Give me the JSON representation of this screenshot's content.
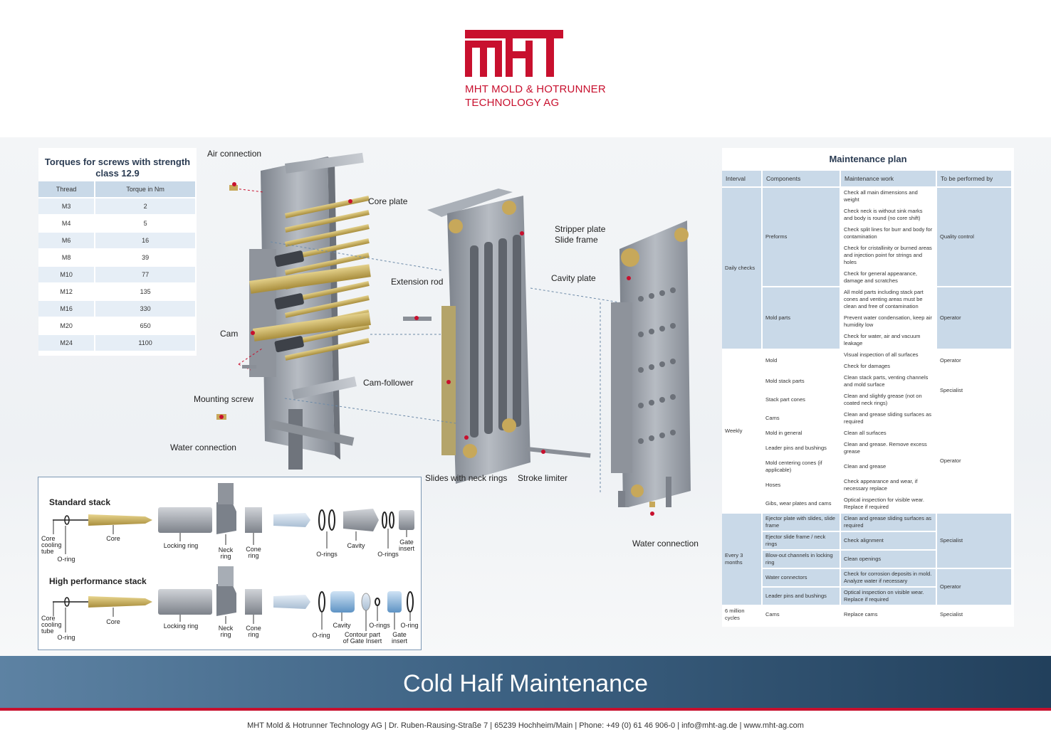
{
  "brand": {
    "logo_text": "mhT",
    "company_line1": "MHT MOLD & HOTRUNNER",
    "company_line2": "TECHNOLOGY AG",
    "brand_color": "#c8102e"
  },
  "torque_table": {
    "title": "Torques for screws with strength class 12.9",
    "headers": [
      "Thread",
      "Torque in Nm"
    ],
    "rows": [
      [
        "M3",
        "2"
      ],
      [
        "M4",
        "5"
      ],
      [
        "M6",
        "16"
      ],
      [
        "M8",
        "39"
      ],
      [
        "M10",
        "77"
      ],
      [
        "M12",
        "135"
      ],
      [
        "M16",
        "330"
      ],
      [
        "M20",
        "650"
      ],
      [
        "M24",
        "1100"
      ]
    ]
  },
  "callouts": {
    "air_connection": "Air connection",
    "core_plate": "Core plate",
    "stripper_plate": "Stripper plate",
    "slide_frame": "Slide frame",
    "cavity_plate": "Cavity plate",
    "extension_rod": "Extension rod",
    "cam": "Cam",
    "cam_follower": "Cam-follower",
    "mounting_screw": "Mounting screw",
    "water_connection_left": "Water connection",
    "slides_neck_rings": "Slides with neck rings",
    "stroke_limiter": "Stroke limiter",
    "water_connection_right": "Water connection"
  },
  "stacks": {
    "standard": {
      "title": "Standard stack",
      "labels": {
        "core_cooling_tube": "Core cooling tube",
        "o_ring": "O-ring",
        "core": "Core",
        "locking_ring": "Locking ring",
        "neck_ring": "Neck ring",
        "cone_ring": "Cone ring",
        "o_rings_a": "O-rings",
        "cavity": "Cavity",
        "o_rings_b": "O-rings",
        "gate_insert": "Gate insert"
      }
    },
    "high_performance": {
      "title": "High performance stack",
      "labels": {
        "core_cooling_tube": "Core cooling tube",
        "o_ring": "O-ring",
        "core": "Core",
        "locking_ring": "Locking ring",
        "neck_ring": "Neck ring",
        "cone_ring": "Cone ring",
        "o_ring_b": "O-ring",
        "cavity": "Cavity",
        "contour_part": "Contour part of Gate Insert",
        "o_rings": "O-rings",
        "o_ring_c": "O-ring",
        "gate_insert": "Gate insert"
      }
    }
  },
  "maintenance_plan": {
    "title": "Maintenance plan",
    "headers": [
      "Interval",
      "Components",
      "Maintenance work",
      "To be performed by"
    ],
    "rows": [
      {
        "interval": "Daily checks",
        "component": "Preforms",
        "work": "Check all main dimensions and weight",
        "by": "Quality control"
      },
      {
        "work": "Check neck is without sink marks and body is round (no core shift)"
      },
      {
        "work": "Check split lines for burr and body for contamination"
      },
      {
        "work": "Check for cristallinity or burned areas and injection point for strings and holes"
      },
      {
        "work": "Check for general appearance, damage and scratches"
      },
      {
        "component": "Mold parts",
        "work": "All mold parts including stack part cones and venting areas must be clean and free of contamination",
        "by": "Operator"
      },
      {
        "work": "Prevent water condensation, keep air humidity low"
      },
      {
        "work": "Check for water, air and vacuum leakage"
      },
      {
        "interval": "Weekly",
        "component": "Mold",
        "work": "Visual inspection of all surfaces",
        "by": "Operator"
      },
      {
        "work": "Check for damages"
      },
      {
        "component": "Mold stack parts",
        "work": "Clean stack parts, venting channels and mold surface",
        "by": "Specialist"
      },
      {
        "component": "Stack part cones",
        "work": "Clean and slightly grease (not on coated neck rings)"
      },
      {
        "component": "Cams",
        "work": "Clean and grease sliding surfaces as required",
        "by": "Operator"
      },
      {
        "component": "Mold in general",
        "work": "Clean all surfaces"
      },
      {
        "component": "Leader pins and bushings",
        "work": "Clean and grease. Remove excess grease"
      },
      {
        "component": "Mold centering cones (if applicable)",
        "work": "Clean and grease"
      },
      {
        "component": "Hoses",
        "work": "Check appearance and wear, if necessary replace"
      },
      {
        "component": "Gibs, wear plates and cams",
        "work": "Optical inspection for visible wear. Replace if required"
      },
      {
        "interval": "Every 3 months",
        "component": "Ejector plate with slides, slide frame",
        "work": "Clean and grease sliding surfaces as required",
        "by": "Specialist"
      },
      {
        "component": "Ejector slide frame / neck rings",
        "work": "Check alignment"
      },
      {
        "component": "Blow-out channels in locking ring",
        "work": "Clean openings"
      },
      {
        "component": "Water connectors",
        "work": "Check for corrosion deposits in mold. Analyze water if necessary",
        "by": "Operator"
      },
      {
        "component": "Leader pins and bushings",
        "work": "Optical inspection on visible wear. Replace if required"
      },
      {
        "interval": "6 million cycles",
        "component": "Cams",
        "work": "Replace cams",
        "by": "Specialist"
      }
    ]
  },
  "banner": {
    "title": "Cold Half Maintenance"
  },
  "footer": {
    "company": "MHT Mold & Hotrunner Technology AG",
    "street": "Dr. Ruben-Rausing-Straße 7",
    "city": "65239 Hochheim/Main",
    "phone": "Phone: +49 (0) 61 46 906-0",
    "email": "info@mht-ag.de",
    "web": "www.mht-ag.com"
  }
}
